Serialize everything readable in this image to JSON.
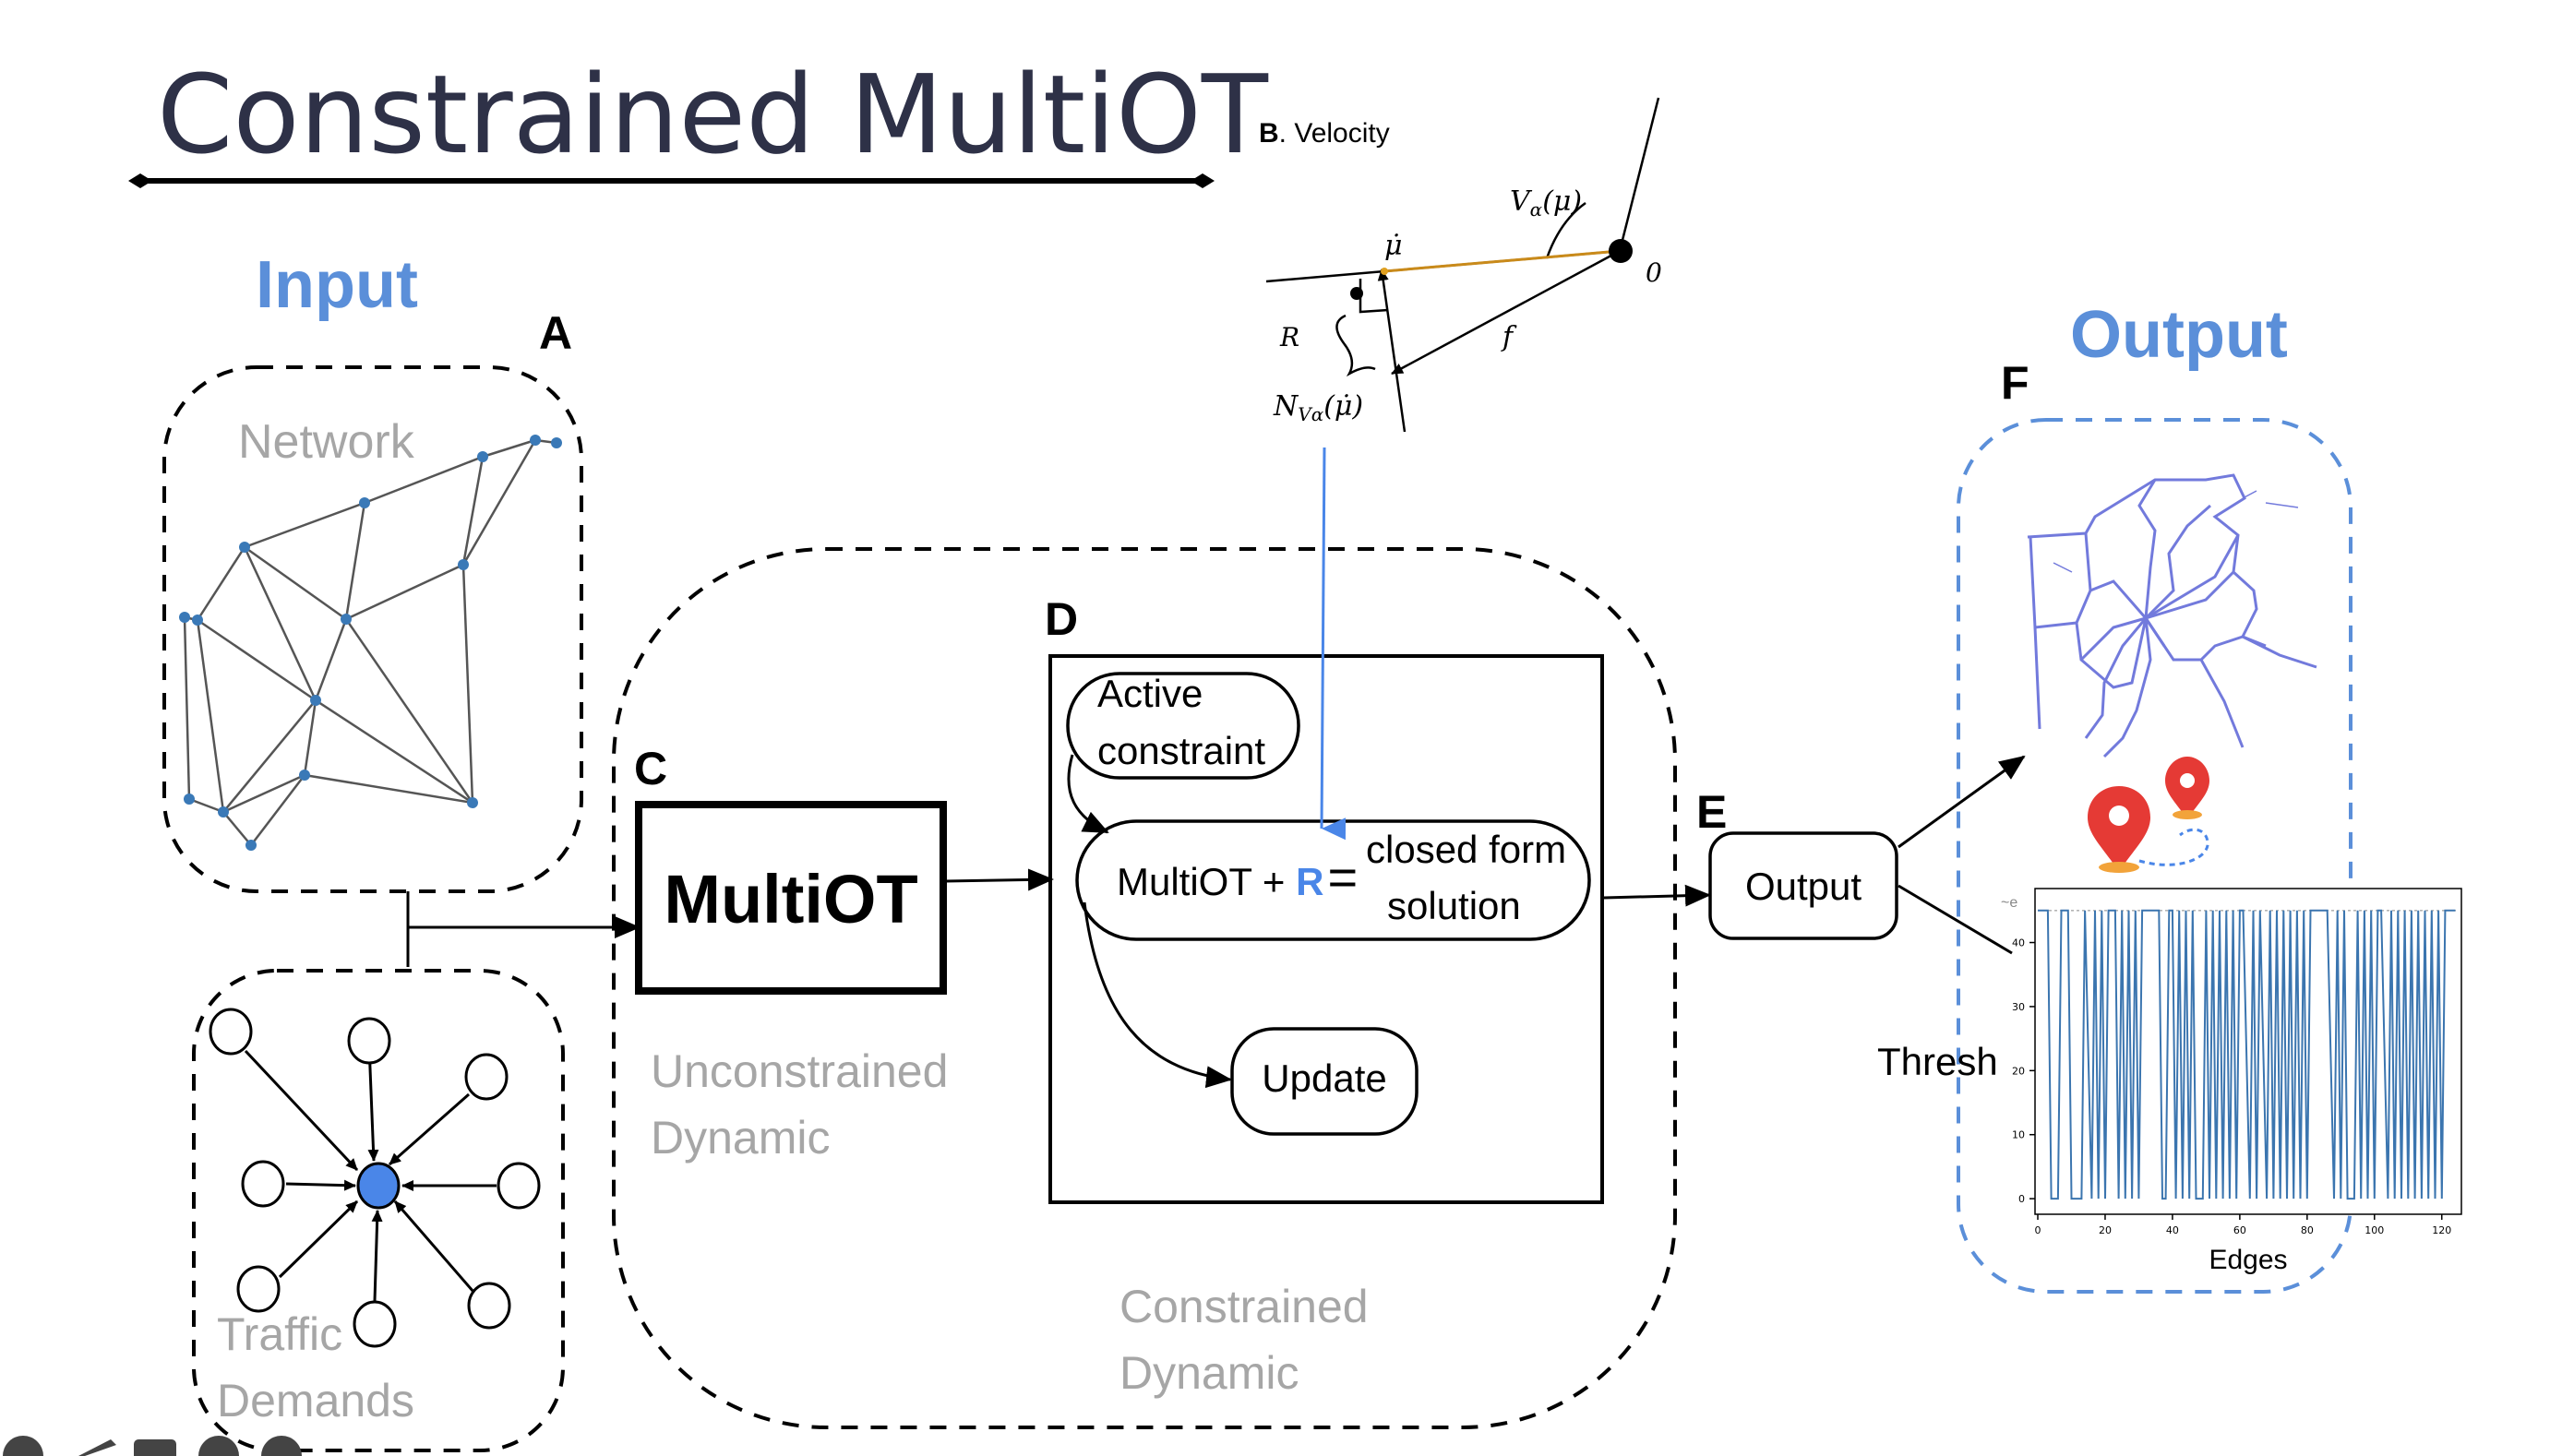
{
  "title": "Constrained MultiOT",
  "input_label": "Input",
  "output_label": "Output",
  "panel_letters": {
    "a": "A",
    "b": "B",
    "c": "C",
    "d": "D",
    "e": "E",
    "f": "F"
  },
  "network_label": "Network",
  "traffic_label_line1": "Traffic",
  "traffic_label_line2": "Demands",
  "velocity": {
    "title_b": "B",
    "title_rest": ". Velocity",
    "v_label": "V",
    "v_sub": "α",
    "v_arg": "(μ)",
    "mu_dot": "μ̇",
    "zero": "0",
    "f": "f",
    "r": "R",
    "n_label": "N",
    "n_sub": "Vα",
    "n_arg": "(μ̇)"
  },
  "multiot_box": "MultiOT",
  "unconstrained_line1": "Unconstrained",
  "unconstrained_line2": "Dynamic",
  "constrained_line1": "Constrained",
  "constrained_line2": "Dynamic",
  "active_line1": "Active",
  "active_line2": "constraint",
  "equation_prefix": "MultiOT + ",
  "equation_r": "R",
  "equation_eq": "=",
  "closed_form_line1": "closed form",
  "closed_form_line2": "solution",
  "update_label": "Update",
  "output_box": "Output",
  "threshold_label": "Thresh",
  "tiny_e": "~e",
  "chart_data": {
    "type": "line",
    "xlabel": "Edges",
    "ylabel": "",
    "xlim": [
      0,
      125
    ],
    "ylim": [
      -2,
      48
    ],
    "xticks": [
      0,
      20,
      40,
      60,
      80,
      100,
      120
    ],
    "yticks": [
      0,
      10,
      20,
      30,
      40
    ],
    "series": [
      {
        "x": [
          0,
          3,
          4,
          6,
          7,
          9,
          10,
          13,
          14,
          16,
          17,
          18,
          19,
          20,
          21,
          23,
          24,
          25,
          26,
          27,
          28,
          29,
          30,
          31,
          32,
          36,
          37,
          38,
          39,
          40,
          41,
          42,
          43,
          44,
          45,
          46,
          47,
          49,
          50,
          51,
          52,
          53,
          54,
          55,
          56,
          57,
          58,
          59,
          60,
          61,
          63,
          64,
          65,
          66,
          68,
          69,
          70,
          71,
          72,
          73,
          74,
          75,
          76,
          77,
          78,
          79,
          80,
          81,
          82,
          84,
          86,
          88,
          89,
          90,
          91,
          92,
          94,
          95,
          96,
          97,
          98,
          99,
          100,
          101,
          102,
          104,
          105,
          106,
          107,
          108,
          109,
          110,
          111,
          112,
          113,
          114,
          115,
          116,
          117,
          118,
          119,
          120,
          121,
          122,
          124
        ],
        "y": [
          45,
          45,
          0,
          0,
          45,
          45,
          0,
          0,
          45,
          0,
          45,
          0,
          45,
          0,
          45,
          45,
          0,
          45,
          0,
          45,
          0,
          45,
          0,
          45,
          45,
          45,
          0,
          0,
          45,
          45,
          0,
          45,
          0,
          45,
          0,
          45,
          0,
          0,
          45,
          0,
          45,
          0,
          45,
          0,
          45,
          0,
          45,
          0,
          45,
          45,
          0,
          45,
          0,
          45,
          0,
          45,
          0,
          45,
          0,
          45,
          0,
          45,
          0,
          45,
          0,
          45,
          0,
          45,
          45,
          45,
          45,
          0,
          45,
          0,
          45,
          0,
          0,
          45,
          0,
          45,
          0,
          45,
          0,
          45,
          45,
          0,
          45,
          0,
          45,
          0,
          45,
          0,
          45,
          0,
          45,
          0,
          45,
          0,
          45,
          0,
          45,
          0,
          45,
          45,
          45
        ]
      }
    ]
  },
  "colors": {
    "accent_blue": "#5b8fd9",
    "gray_text": "#a6a6a6",
    "node_blue": "#3a79b7",
    "output_net": "#5a63d6",
    "pin_red": "#e53a35",
    "pin_orange": "#f2a33a"
  }
}
